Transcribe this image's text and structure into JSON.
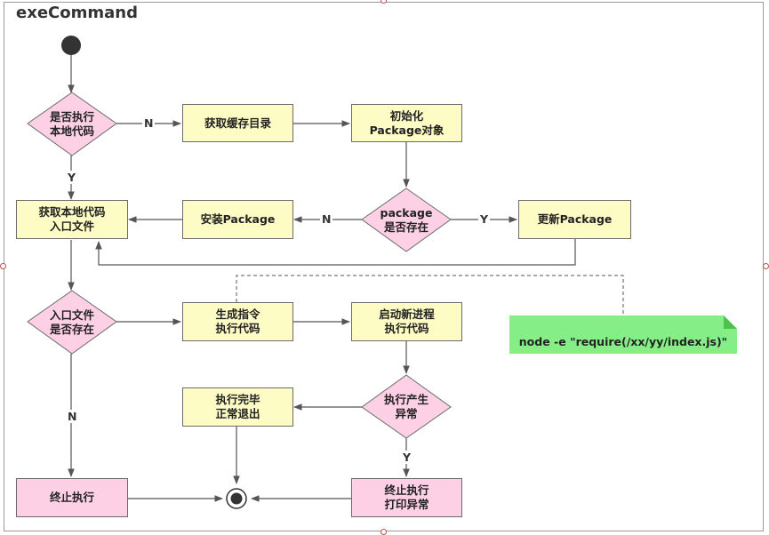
{
  "diagram": {
    "title": "exeCommand",
    "nodes": {
      "decision_local": "是否执行\n本地代码",
      "get_cache_dir": "获取缓存目录",
      "init_package": "初始化\nPackage对象",
      "package_exists": "package\n是否存在",
      "update_package": "更新Package",
      "install_package": "安装Package",
      "get_entry_file": "获取本地代码\n入口文件",
      "entry_exists": "入口文件\n是否存在",
      "gen_command": "生成指令\n执行代码",
      "start_process": "启动新进程\n执行代码",
      "exec_error": "执行产生\n异常",
      "exec_done": "执行完毕\n正常退出",
      "terminate": "终止执行",
      "terminate_print": "终止执行\n打印异常"
    },
    "edge_labels": {
      "local_no": "N",
      "local_yes": "Y",
      "pkg_no": "N",
      "pkg_yes": "Y",
      "entry_no": "N",
      "error_yes": "Y"
    },
    "note": "node -e \"require(/xx/yy/index.js)\"",
    "colors": {
      "process_fill": "#fdfcc4",
      "decision_fill": "#fdd0e6",
      "note_fill": "#86ee86",
      "edge": "#555555",
      "handle": "#c0504d"
    }
  }
}
